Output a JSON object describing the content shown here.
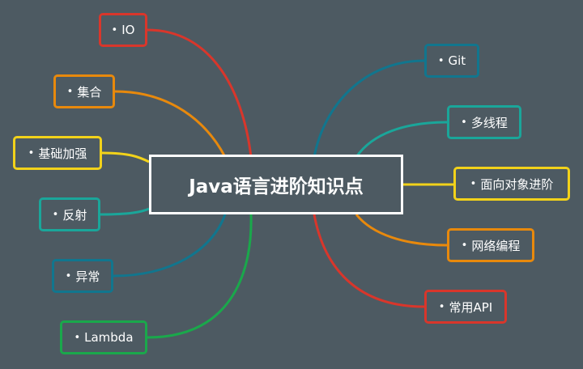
{
  "center": {
    "label": "Java语言进阶知识点"
  },
  "left_nodes": [
    {
      "key": "io",
      "label": "IO",
      "color": "#d9362b"
    },
    {
      "key": "jihe",
      "label": "集合",
      "color": "#e8890c"
    },
    {
      "key": "jichu",
      "label": "基础加强",
      "color": "#f2d21a"
    },
    {
      "key": "fanshe",
      "label": "反射",
      "color": "#1aa69a"
    },
    {
      "key": "yichang",
      "label": "异常",
      "color": "#11768e"
    },
    {
      "key": "lambda",
      "label": "Lambda",
      "color": "#1aa84b"
    }
  ],
  "right_nodes": [
    {
      "key": "git",
      "label": "Git",
      "color": "#11768e"
    },
    {
      "key": "duoxian",
      "label": "多线程",
      "color": "#1aa69a"
    },
    {
      "key": "mianxiang",
      "label": "面向对象进阶",
      "color": "#f2d21a"
    },
    {
      "key": "wangluo",
      "label": "网络编程",
      "color": "#e8890c"
    },
    {
      "key": "api",
      "label": "常用API",
      "color": "#d9362b"
    }
  ],
  "bullet": "•"
}
